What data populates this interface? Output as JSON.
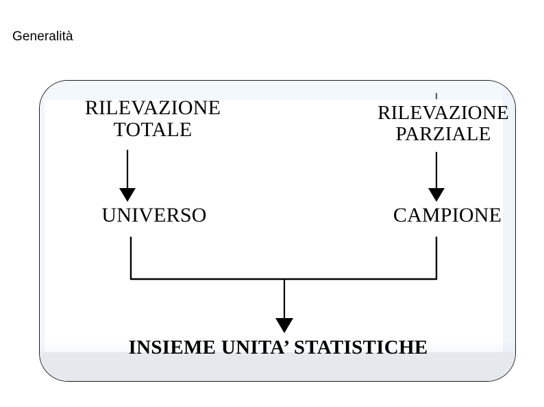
{
  "slide": {
    "title": "Generalità",
    "background_color": "#ffffff"
  },
  "diagram": {
    "name": "rilevazione-flowchart",
    "box": {
      "border_color": "#1a1a1a",
      "fill_color": "#ffffff",
      "inner_band_top_color": "#f3f8fd",
      "inner_band_bottom_color": "#e5e8ec"
    },
    "nodes": [
      {
        "id": "rilevazione-totale",
        "label": "RILEVAZIONE\nTOTALE"
      },
      {
        "id": "rilevazione-parziale",
        "label": "RILEVAZIONE\nPARZIALE"
      },
      {
        "id": "universo",
        "label": "UNIVERSO"
      },
      {
        "id": "campione",
        "label": "CAMPIONE"
      },
      {
        "id": "insieme-unita",
        "label": "INSIEME UNITA’ STATISTICHE"
      }
    ],
    "connectors": [
      {
        "id": "arrow-totale-to-universo",
        "from": "rilevazione-totale",
        "to": "universo",
        "type": "arrow-down"
      },
      {
        "id": "arrow-parziale-to-campione",
        "from": "rilevazione-parziale",
        "to": "campione",
        "type": "arrow-down"
      },
      {
        "id": "bracket-merge",
        "from": "universo+campione",
        "to": "junction",
        "type": "bracket"
      },
      {
        "id": "arrow-junction-to-insieme",
        "from": "junction",
        "to": "insieme-unita",
        "type": "arrow-down"
      }
    ],
    "line_color": "#000000"
  }
}
